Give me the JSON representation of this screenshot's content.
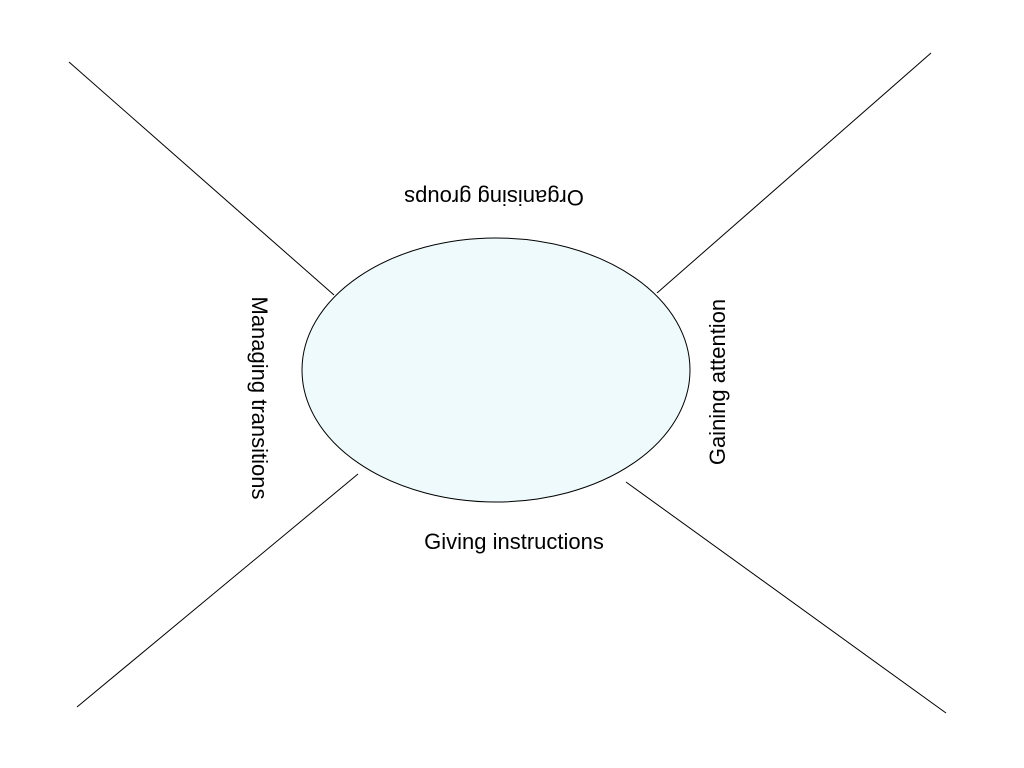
{
  "diagram": {
    "center_fill": "#eefafc",
    "line_color": "#000000",
    "labels": {
      "top": "Organising groups",
      "right": "Gaining attention",
      "bottom": "Giving instructions",
      "left": "Managing transitions"
    }
  }
}
